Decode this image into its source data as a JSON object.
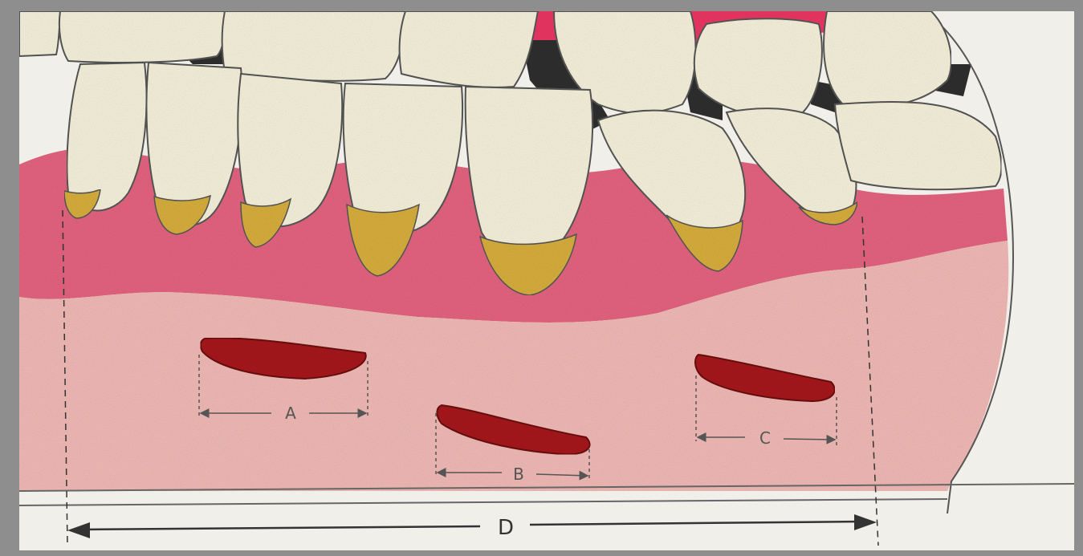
{
  "diagram": {
    "labels": {
      "a": "A",
      "b": "B",
      "c": "C",
      "d": "D"
    },
    "colors": {
      "paper": "#f1efe9",
      "gingiva": "#e3637f",
      "mucosa": "#f0b9b5",
      "tooth": "#f5f0da",
      "tooth_root": "#d6ad3c",
      "vessel": "#a5161b",
      "outline": "#444444",
      "frame": "#8e8e8e"
    }
  }
}
